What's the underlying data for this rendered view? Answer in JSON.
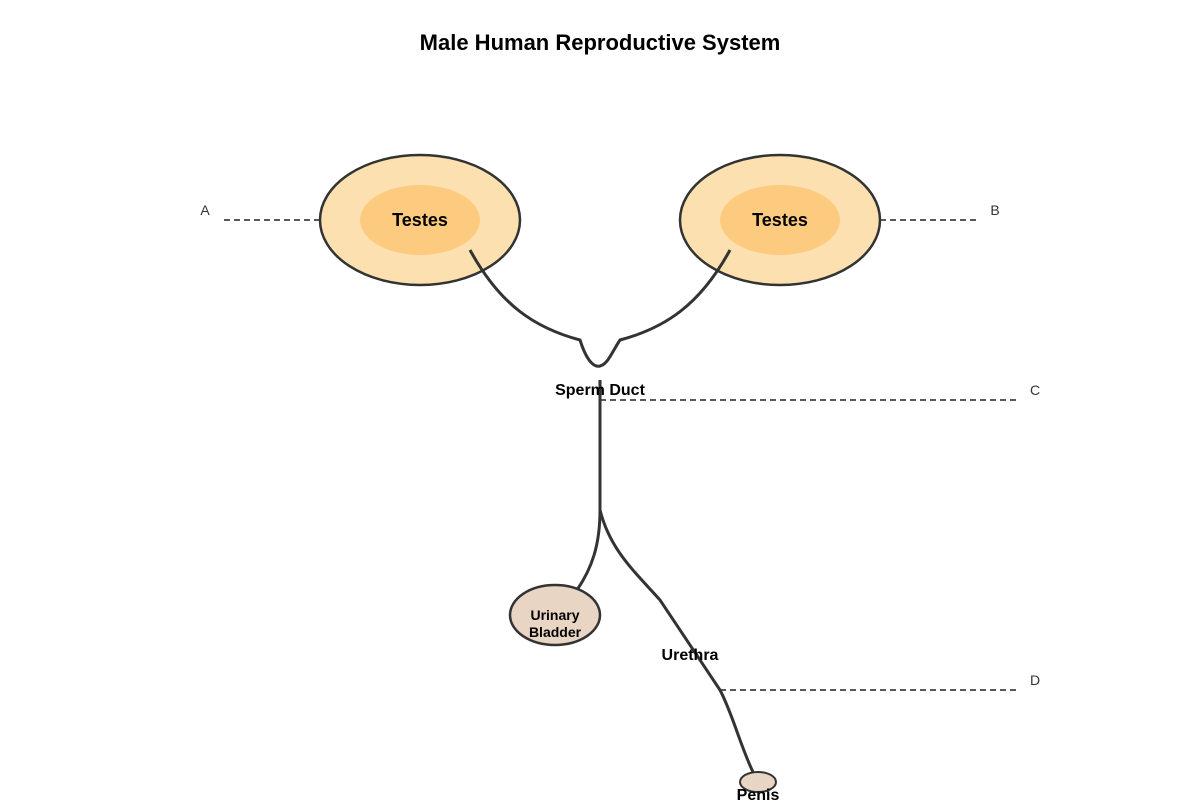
{
  "title": "Male Human Reproductive System",
  "organs": {
    "testis_left": "Testes",
    "testis_right": "Testes",
    "sperm_duct": "Sperm Duct",
    "bladder_line1": "Urinary",
    "bladder_line2": "Bladder",
    "urethra": "Urethra",
    "penis": "Penis"
  },
  "callouts": {
    "a": "A",
    "b": "B",
    "c": "C",
    "d": "D"
  },
  "colors": {
    "testis_outer": "#fde0b0",
    "testis_inner": "#fdcb80",
    "bladder": "#e8d5c4",
    "penis": "#e8d5c4",
    "outline": "#333333"
  }
}
